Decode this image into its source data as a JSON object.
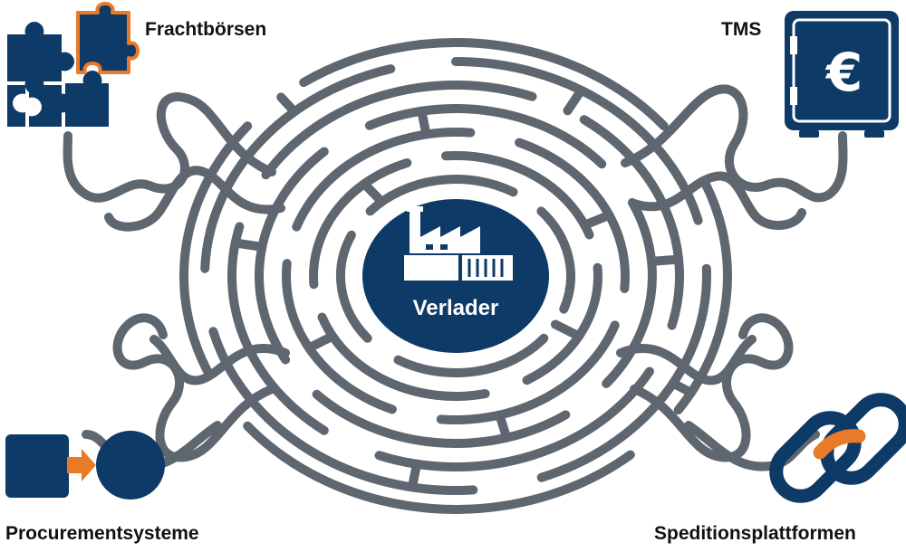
{
  "center": {
    "label": "Verlader",
    "icon": "factory-icon"
  },
  "corners": {
    "top_left": {
      "label": "Frachtbörsen",
      "icon": "puzzle-icon"
    },
    "top_right": {
      "label": "TMS",
      "icon": "safe-euro-icon"
    },
    "bottom_left": {
      "label": "Procurementsysteme",
      "icon": "process-flow-icon"
    },
    "bottom_right": {
      "label": "Speditionsplattformen",
      "icon": "chain-link-icon"
    }
  },
  "colors": {
    "navy": "#0d3a66",
    "orange": "#e97a2a",
    "maze_stroke": "#5e6670",
    "text": "#111111"
  }
}
